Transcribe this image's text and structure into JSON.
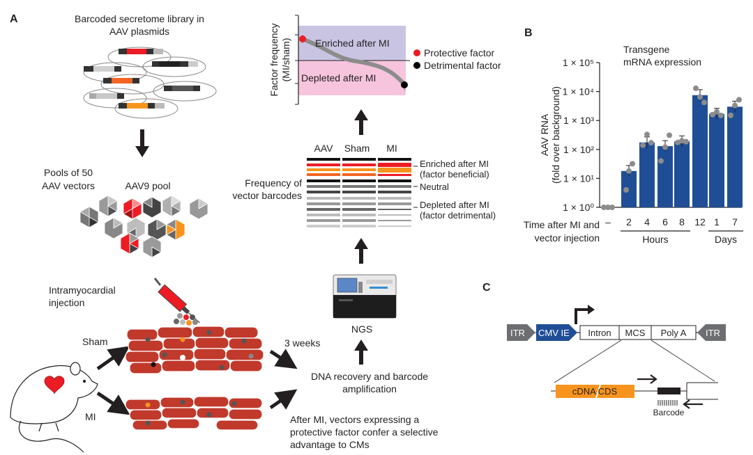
{
  "panels": {
    "a": "A",
    "b": "B",
    "c": "C"
  },
  "library": {
    "title_line1": "Barcoded secretome library in",
    "title_line2": "AAV plasmids"
  },
  "pools": {
    "label_line1": "Pools of 50",
    "label_line2": "AAV vectors",
    "aav9_pool": "AAV9 pool"
  },
  "injection": {
    "line1": "Intramyocardial",
    "line2": "injection"
  },
  "groups": {
    "sham": "Sham",
    "mi": "MI"
  },
  "recovery": {
    "weeks": "3 weeks",
    "line1": "DNA recovery and barcode",
    "line2": "amplification"
  },
  "advantage": {
    "line1": "After MI, vectors expressing a",
    "line2": "protective factor confer a selective",
    "line3": "advantage to CMs"
  },
  "ngs": "NGS",
  "barcodes": {
    "columns": [
      "AAV",
      "Sham",
      "MI"
    ],
    "label_line1": "Frequency of",
    "label_line2": "vector barcodes",
    "enriched_line1": "Enriched after MI",
    "enriched_line2": "(factor beneficial)",
    "neutral": "Neutral",
    "depleted_line1": "Depleted after MI",
    "depleted_line2": "(factor detrimental)"
  },
  "frequency_plot": {
    "ylabel_line1": "Factor frequency",
    "ylabel_line2": "(MI/sham)",
    "enriched": "Enriched after MI",
    "depleted": "Depleted after MI",
    "legend_protective": "Protective factor",
    "legend_detrimental": "Detrimental factor",
    "colors": {
      "protective": "#ed1c24",
      "detrimental": "#000000",
      "enriched_bg": "#c9c4e2",
      "depleted_bg": "#f6c4dd"
    }
  },
  "chart_data": {
    "type": "bar",
    "title": "Transgene",
    "subtitle": "mRNA expression",
    "ylabel_line1": "AAV RNA",
    "ylabel_line2": "(fold over background)",
    "xlabel_line1": "Time after MI and",
    "xlabel_line2": "vector injection",
    "log_scale": true,
    "ylim": [
      1,
      100000
    ],
    "yticks": [
      "1 × 10⁰",
      "1 × 10¹",
      "1 × 10²",
      "1 × 10³",
      "1 × 10⁴",
      "1 × 10⁵"
    ],
    "categories": [
      "–",
      "2",
      "4",
      "6",
      "8",
      "12",
      "1",
      "7"
    ],
    "values": [
      1,
      18,
      175,
      130,
      190,
      7500,
      1700,
      3000
    ],
    "groups": [
      {
        "label": "Hours",
        "categories": [
          "2",
          "4",
          "6",
          "8",
          "12"
        ]
      },
      {
        "label": "Days",
        "categories": [
          "1",
          "7"
        ]
      }
    ],
    "bar_color": "#1f4e96",
    "point_color": "#8c8c8c"
  },
  "construct": {
    "itr_left": "ITR",
    "promoter": "CMV IE",
    "intron": "Intron",
    "mcs": "MCS",
    "polya": "Poly A",
    "itr_right": "ITR",
    "cdna": "cDNA CDS",
    "barcode": "Barcode"
  }
}
